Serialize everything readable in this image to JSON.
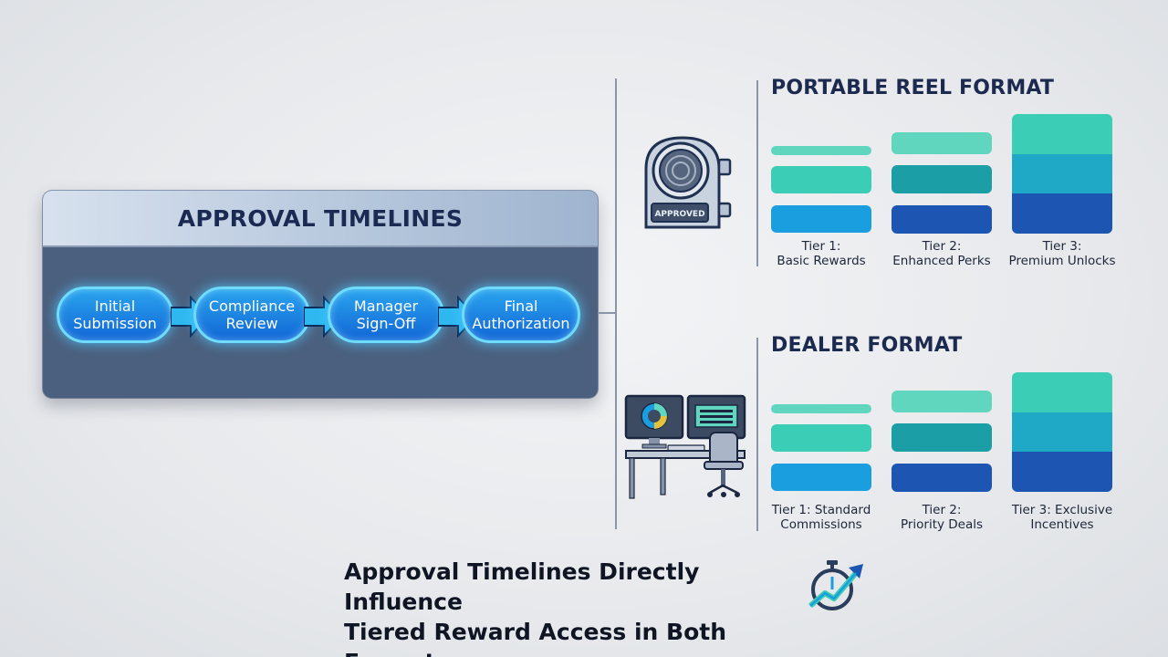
{
  "approval": {
    "title": "APPROVAL TIMELINES",
    "steps": [
      {
        "line1": "Initial",
        "line2": "Submission"
      },
      {
        "line1": "Compliance",
        "line2": "Review"
      },
      {
        "line1": "Manager",
        "line2": "Sign-Off"
      },
      {
        "line1": "Final",
        "line2": "Authorization"
      }
    ]
  },
  "portable": {
    "title": "PORTABLE REEL FORMAT",
    "machine_label": "APPROVED",
    "tiers": [
      {
        "line1": "Tier 1:",
        "line2": "Basic Rewards"
      },
      {
        "line1": "Tier 2:",
        "line2": "Enhanced Perks"
      },
      {
        "line1": "Tier 3:",
        "line2": "Premium Unlocks"
      }
    ]
  },
  "dealer": {
    "title": "DEALER FORMAT",
    "tiers": [
      {
        "line1": "Tier 1: Standard",
        "line2": "Commissions"
      },
      {
        "line1": "Tier 2:",
        "line2": "Priority Deals"
      },
      {
        "line1": "Tier 3: Exclusive",
        "line2": "Incentives"
      }
    ]
  },
  "footer": {
    "line1": "Approval Timelines Directly Influence",
    "line2": "Tiered Reward Access in Both Formats."
  },
  "colors": {
    "teal_light": "#5fd6bd",
    "teal_mid": "#3ccdb6",
    "teal_dark": "#1b9ea6",
    "blue_light": "#1a9ee0",
    "blue_dark": "#1d55b2",
    "step_glow": "#6fdcff"
  },
  "icons": [
    "approved-slot-machine-icon",
    "dealer-desk-icon",
    "stopwatch-trend-icon"
  ]
}
